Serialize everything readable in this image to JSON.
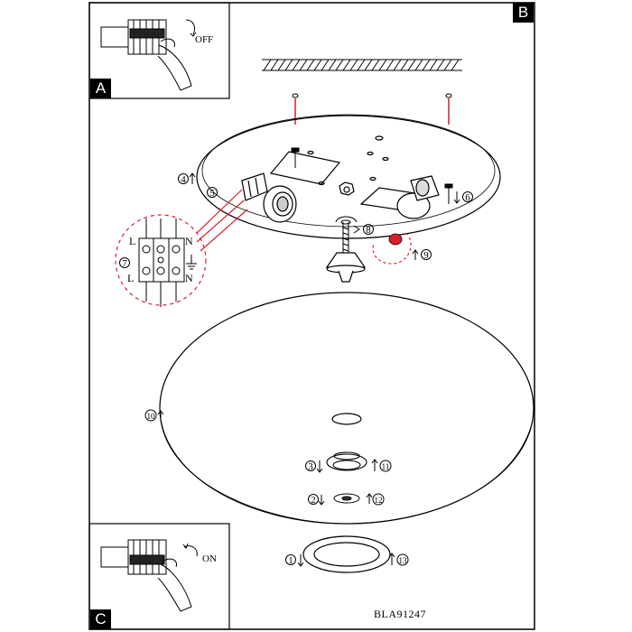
{
  "panels": {
    "a": {
      "label": "A",
      "switch_text": "OFF"
    },
    "b": {
      "label": "B"
    },
    "c": {
      "label": "C",
      "switch_text": "ON"
    }
  },
  "steps": [
    "1",
    "2",
    "3",
    "4",
    "5",
    "6",
    "7",
    "8",
    "9",
    "10",
    "11",
    "12",
    "13"
  ],
  "terminal": {
    "top_left": "L",
    "top_right": "N",
    "bottom_left": "L",
    "bottom_right": "N"
  },
  "product_code": "BLA91247",
  "colors": {
    "line": "#000000",
    "red": "#d81e2a",
    "dash": "#d81e2a"
  }
}
